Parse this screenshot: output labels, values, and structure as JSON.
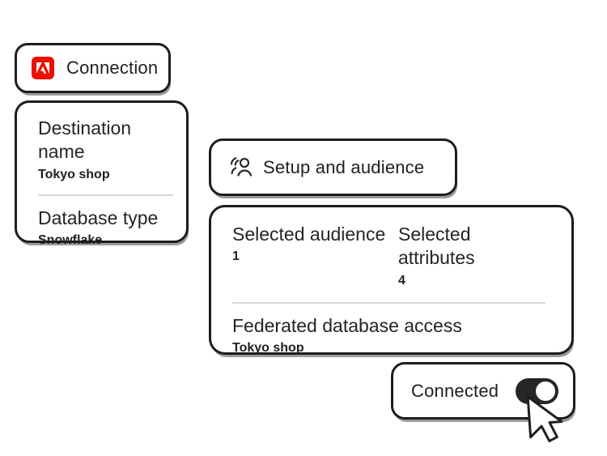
{
  "page": {
    "background": "#ffffff"
  },
  "colors": {
    "adobe_red": "#EB1000",
    "card_border": "#1d1d1d",
    "text": "#252525",
    "divider": "#d8d8d8",
    "toggle_on": "#262626"
  },
  "connection_card": {
    "label": "Connection",
    "icon": "adobe-logo"
  },
  "destination_card": {
    "fields": [
      {
        "label": "Destination name",
        "value": "Tokyo shop"
      },
      {
        "label": "Database type",
        "value": "Snowflake"
      }
    ]
  },
  "setup_card": {
    "label": "Setup and audience",
    "icon": "audience-icon"
  },
  "summary_card": {
    "stats": [
      {
        "label": "Selected audience",
        "value": "1"
      },
      {
        "label": "Selected attributes",
        "value": "4"
      }
    ],
    "federated": {
      "label": "Federated database access",
      "value": "Tokyo shop"
    }
  },
  "connected_card": {
    "label": "Connected",
    "toggle_state": "on"
  },
  "cursor": {
    "icon": "arrow-cursor"
  }
}
